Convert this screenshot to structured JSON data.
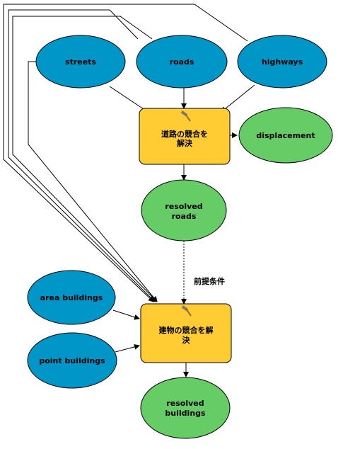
{
  "colors": {
    "input": "#0096c8",
    "tool": "#ffcc33",
    "output": "#66cc66",
    "line": "#000000"
  },
  "nodes": {
    "streets": "streets",
    "roads": "roads",
    "highways": "highways",
    "tool1_line1": "道路の競合を",
    "tool1_line2": "解決",
    "displacement": "displacement",
    "resolved_roads_line1": "resolved",
    "resolved_roads_line2": "roads",
    "precondition": "前提条件",
    "area_buildings": "area buildings",
    "point_buildings": "point buildings",
    "tool2_line1": "建物の競合を解",
    "tool2_line2": "決",
    "resolved_buildings_line1": "resolved",
    "resolved_buildings_line2": "buildings"
  },
  "icons": {
    "tool1": "hammer-icon",
    "tool2": "hammer-icon"
  }
}
